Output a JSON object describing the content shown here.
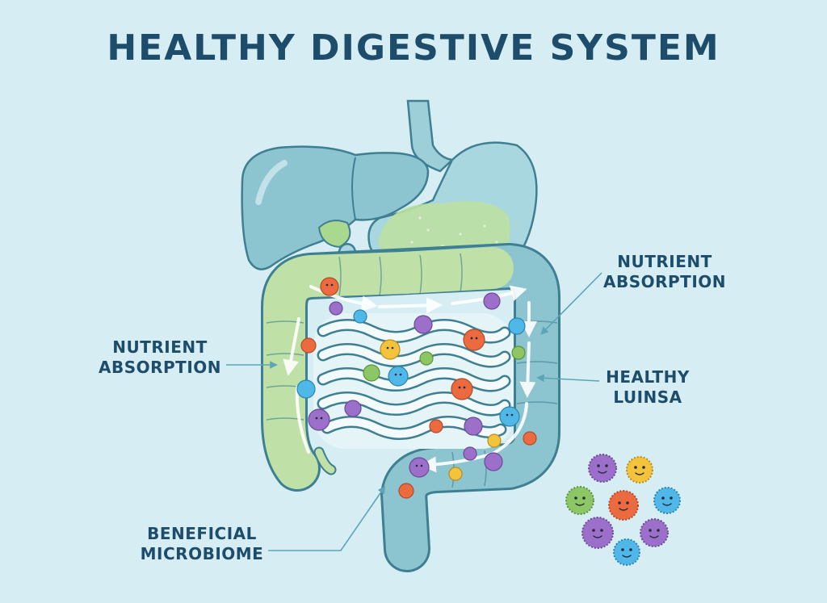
{
  "title": "HEALTHY DIGESTIVE SYSTEM",
  "labels": {
    "nutrient_absorption_left": {
      "line1": "NUTRIENT",
      "line2": "ABSORPTION"
    },
    "nutrient_absorption_right": {
      "line1": "NUTRIENT",
      "line2": "ABSORPTION"
    },
    "healthy_lining": {
      "line1": "HEALTHY",
      "line2": "LUINSA"
    },
    "beneficial_microbiome": {
      "line1": "BENEFICIAL",
      "line2": "MICROBIOME"
    }
  },
  "colors": {
    "background": "#d6eef3",
    "text": "#1d4d6b",
    "organ_teal": "#8cc4cf",
    "organ_dark_teal": "#5fa2b3",
    "intestine_green": "#bfe0a6",
    "outline": "#3f7f92",
    "microbe_red": "#ec6a3f",
    "microbe_purple": "#9b6fca",
    "microbe_blue": "#4fb8e9",
    "microbe_green": "#8cc665",
    "microbe_yellow": "#f3c33d"
  }
}
